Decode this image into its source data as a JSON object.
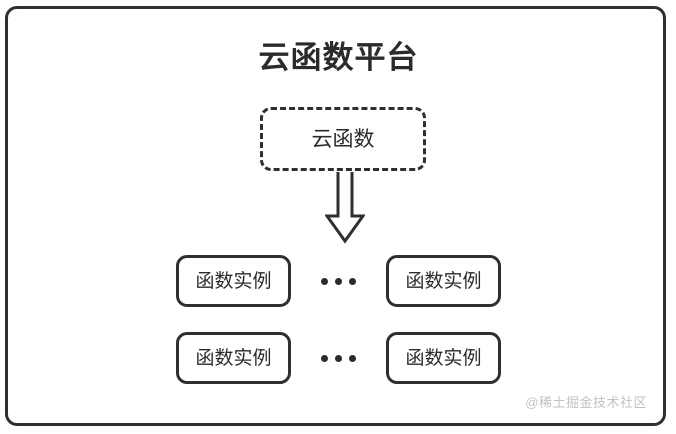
{
  "diagram": {
    "title": "云函数平台",
    "function_node": {
      "label": "云函数",
      "style": "dashed"
    },
    "arrow": {
      "icon": "arrow-down-block",
      "direction": "down"
    },
    "instance_rows": [
      {
        "left": {
          "label": "函数实例"
        },
        "separator": "…",
        "right": {
          "label": "函数实例"
        }
      },
      {
        "left": {
          "label": "函数实例"
        },
        "separator": "…",
        "right": {
          "label": "函数实例"
        }
      }
    ],
    "watermark": "@稀土掘金技术社区",
    "colors": {
      "stroke": "#2f2f2f",
      "text": "#2b2b2b",
      "background": "#ffffff",
      "watermark": "#c2c2c2"
    }
  }
}
